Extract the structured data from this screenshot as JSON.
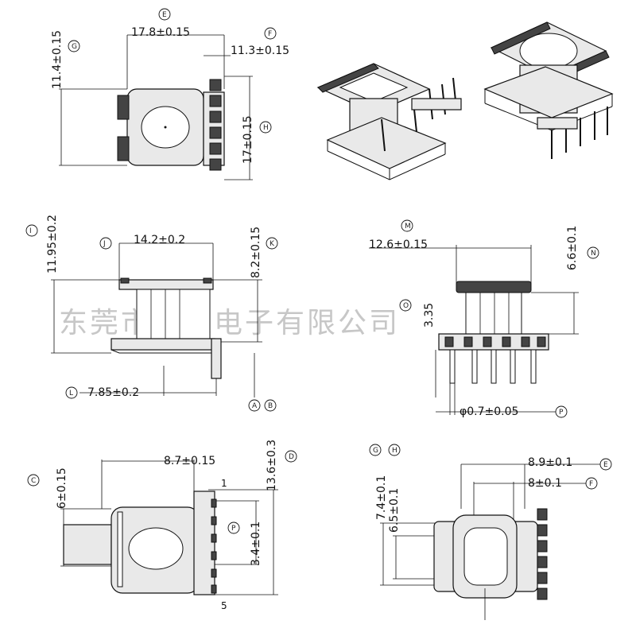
{
  "watermark": "东莞市杨通电子有限公司",
  "markers": {
    "E": "E",
    "F": "F",
    "G": "G",
    "H": "H",
    "I": "I",
    "J": "J",
    "A": "A",
    "B": "B",
    "C": "C",
    "D": "D",
    "K": "K",
    "L": "L",
    "M": "M",
    "N": "N",
    "O": "O",
    "P": "P"
  },
  "top_view": {
    "width": "17.8±0.15",
    "pitch_span": "11.3±0.15",
    "height": "11.4±0.15",
    "pin_row": "17±0.15"
  },
  "front_view": {
    "total_height": "11.95±0.2",
    "flange_width": "14.2±0.2",
    "bobbin_height": "8.2±0.15",
    "pin_offset": "7.85±0.2"
  },
  "side_view": {
    "flange_width": "12.6±0.15",
    "flange_height": "6.6±0.1",
    "pin_length": "3.35",
    "pin_diameter": "φ0.7±0.05"
  },
  "bottom_left_view": {
    "width": "8.7±0.15",
    "tab": "6±0.15",
    "pin_span": "13.6±0.3",
    "pin_pitch": "3.4±0.1",
    "pin_first": "1",
    "pin_last": "5"
  },
  "bottom_right_view": {
    "outer_width": "8.9±0.1",
    "inner_width": "8±0.1",
    "outer_height": "7.4±0.1",
    "inner_height": "6.5±0.1"
  }
}
